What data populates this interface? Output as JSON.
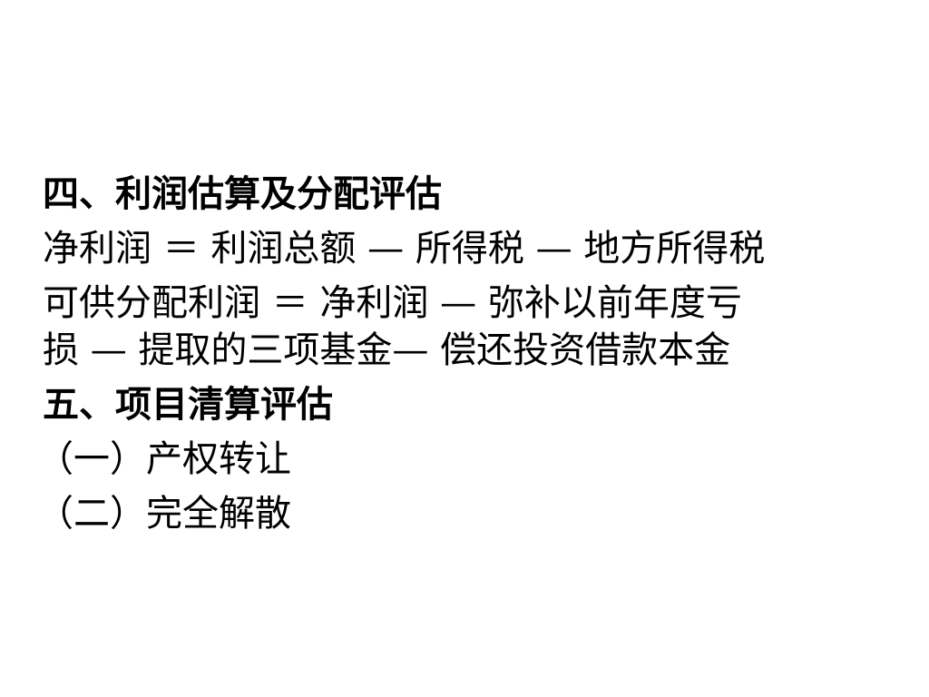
{
  "section4": {
    "heading": "四、利润估算及分配评估",
    "formula1": "净利润 ＝ 利润总额 — 所得税 — 地方所得税",
    "formula2_line1": "可供分配利润 ＝ 净利润 — 弥补以前年度亏",
    "formula2_line2": "损 — 提取的三项基金— 偿还投资借款本金"
  },
  "section5": {
    "heading": "五、项目清算评估",
    "items": [
      "（一）产权转让",
      "（二）完全解散"
    ]
  }
}
